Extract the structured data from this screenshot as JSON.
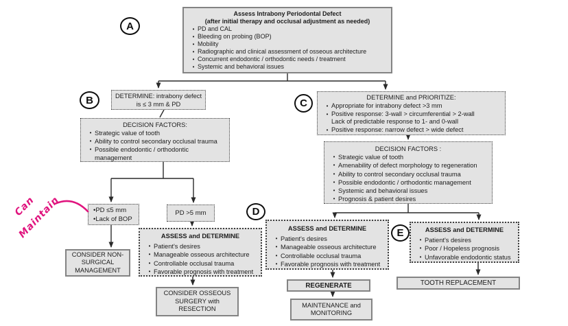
{
  "markers": {
    "a": "A",
    "b": "B",
    "c": "C",
    "d": "D",
    "e": "E"
  },
  "annotation": {
    "words": [
      "Can",
      "Maintain"
    ],
    "color": "#e0147e"
  },
  "colors": {
    "node_fill": "#e3e3e3",
    "solid_border": "#838383",
    "dotted_border": "#3c3c3c",
    "line": "#333333"
  },
  "nodes": {
    "assess_defect": {
      "title": "Assess Intrabony Periodontal Defect",
      "subtitle": "(after initial therapy and occlusal adjustment as needed)",
      "bullets": [
        "PD and CAL",
        "Bleeding on probing (BOP)",
        "Mobility",
        "Radiographic and clinical assessment of osseous architecture",
        "Concurrent endodontic / orthodontic needs / treatment",
        "Systemic and behavioral issues"
      ]
    },
    "determine_b": {
      "text": "DETERMINE: intrabony defect\nis ≤ 3 mm & PD"
    },
    "decision_b": {
      "title": "DECISION FACTORS:",
      "bullets": [
        "Strategic value of tooth",
        "Ability to control secondary occlusal trauma",
        "Possible endodontic / orthodontic management"
      ]
    },
    "determine_c": {
      "title": "DETERMINE and PRIORITIZE:",
      "bullets": [
        "Appropriate for intrabony defect >3 mm",
        "Positive response: 3-wall > circumferential > 2-wall\nLack of predictable response to 1- and 0-wall",
        "Positive response: narrow defect > wide defect"
      ]
    },
    "decision_c": {
      "title": "DECISION FACTORS :",
      "bullets": [
        "Strategic value of tooth",
        "Amenability of defect morphology to regeneration",
        "Ability to control secondary occlusal trauma",
        "Possible endodontic / orthodontic management",
        "Systemic and behavioral issues",
        "Prognosis & patient desires"
      ]
    },
    "pd_le5": {
      "text": "•PD ≤5 mm\n•Lack of BOP"
    },
    "pd_gt5": {
      "text": "PD >5 mm"
    },
    "consider_nonsurgical": {
      "text": "CONSIDER NON-\nSURGICAL\nMANAGEMENT"
    },
    "assess_surgery": {
      "title": "ASSESS and DETERMINE",
      "bullets": [
        "Patient's desires",
        "Manageable osseous architecture",
        "Controllable occlusal trauma",
        "Favorable prognosis with treatment"
      ]
    },
    "consider_osseous": {
      "text": "CONSIDER OSSEOUS\nSURGERY with\nRESECTION"
    },
    "assess_regen": {
      "title": "ASSESS and DETERMINE",
      "bullets": [
        "Patient's desires",
        "Manageable osseous architecture",
        "Controllable occlusal trauma",
        "Favorable prognosis with treatment"
      ]
    },
    "regenerate": {
      "text": "REGENERATE"
    },
    "maintenance": {
      "text": "MAINTENANCE and\nMONITORING"
    },
    "assess_replace": {
      "title": "ASSESS and DETERMINE",
      "bullets": [
        "Patient's desires",
        "Poor / Hopeless prognosis",
        "Unfavorable endodontic status"
      ]
    },
    "tooth_replacement": {
      "text": "TOOTH REPLACEMENT"
    }
  }
}
